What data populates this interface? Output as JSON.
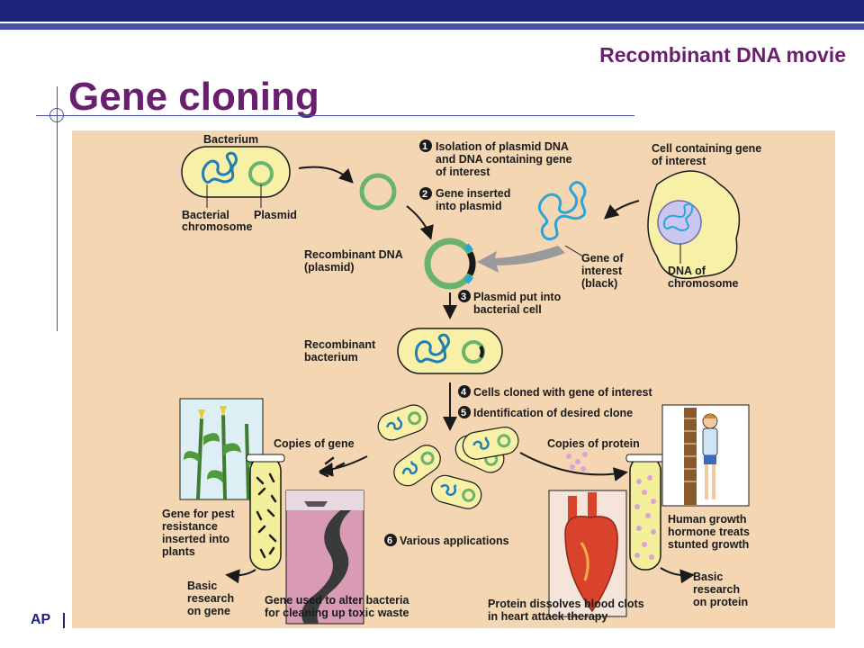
{
  "slide": {
    "title": "Gene cloning",
    "movie_link": "Recombinant DNA movie",
    "footer": "AP"
  },
  "diagram": {
    "labels": {
      "bacterium": "Bacterium",
      "bacterial_chromosome_1": "Bacterial",
      "bacterial_chromosome_2": "chromosome",
      "plasmid": "Plasmid",
      "cell_gene_1": "Cell containing gene",
      "cell_gene_2": "of interest",
      "dna_chrom_1": "DNA of",
      "dna_chrom_2": "chromosome",
      "gene_interest_1": "Gene of",
      "gene_interest_2": "interest",
      "gene_interest_3": "(black)",
      "recomb_dna_1": "Recombinant DNA",
      "recomb_dna_2": "(plasmid)",
      "recomb_bact_1": "Recombinant",
      "recomb_bact_2": "bacterium",
      "copies_gene": "Copies of gene",
      "copies_protein": "Copies of protein",
      "pest_1": "Gene for pest",
      "pest_2": "resistance",
      "pest_3": "inserted into",
      "pest_4": "plants",
      "basic_gene_1": "Basic",
      "basic_gene_2": "research",
      "basic_gene_3": "on gene",
      "toxic_1": "Gene used to alter bacteria",
      "toxic_2": "for cleaning up toxic waste",
      "clots_1": "Protein dissolves blood clots",
      "clots_2": "in heart attack therapy",
      "hgh_1": "Human growth",
      "hgh_2": "hormone treats",
      "hgh_3": "stunted growth",
      "basic_protein_1": "Basic",
      "basic_protein_2": "research",
      "basic_protein_3": "on protein"
    },
    "steps": [
      {
        "num": "1",
        "lines": [
          "Isolation of plasmid DNA",
          "and DNA containing gene",
          "of interest"
        ]
      },
      {
        "num": "2",
        "lines": [
          "Gene inserted",
          "into plasmid"
        ]
      },
      {
        "num": "3",
        "lines": [
          "Plasmid put into",
          "bacterial cell"
        ]
      },
      {
        "num": "4",
        "lines": [
          "Cells cloned with gene of interest"
        ]
      },
      {
        "num": "5",
        "lines": [
          "Identification of desired clone"
        ]
      },
      {
        "num": "6",
        "lines": [
          "Various applications"
        ]
      }
    ],
    "colors": {
      "panel": "#f5d6b2",
      "cell": "#f7f0a6",
      "chromosome": "#1e7fb5",
      "plasmid": "#6ab36b",
      "gene_dna": "#2aa5d8",
      "heart": "#d9432b",
      "title": "#6a1f6e"
    }
  }
}
